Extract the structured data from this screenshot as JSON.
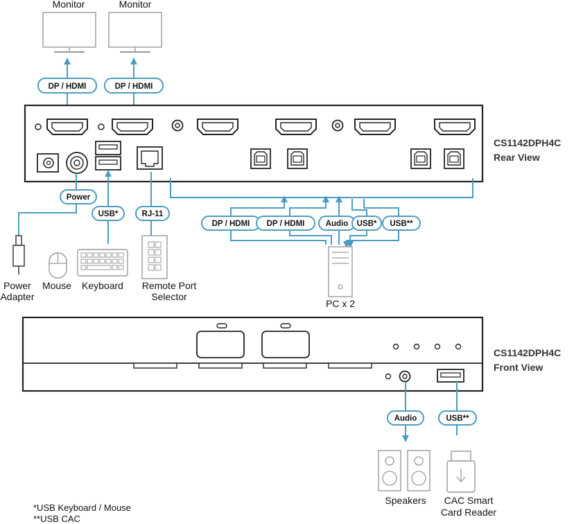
{
  "devices": {
    "monitor_1": "Monitor",
    "monitor_2": "Monitor",
    "power_adapter": [
      "Power",
      "Adapter"
    ],
    "mouse": "Mouse",
    "keyboard": "Keyboard",
    "remote_port_selector": [
      "Remote Port",
      "Selector"
    ],
    "pc": "PC x 2",
    "speakers": "Speakers",
    "cac_reader": [
      "CAC Smart",
      "Card Reader"
    ]
  },
  "unit": {
    "rear_title": [
      "CS1142DPH4C",
      "Rear View"
    ],
    "front_title": [
      "CS1142DPH4C",
      "Front View"
    ]
  },
  "connectors": {
    "dp_hdmi_1": "DP / HDMI",
    "dp_hdmi_2": "DP / HDMI",
    "power": "Power",
    "usb_kbd": "USB*",
    "rj11": "RJ-11",
    "pc_dp_hdmi_1": "DP / HDMI",
    "pc_dp_hdmi_2": "DP / HDMI",
    "pc_audio": "Audio",
    "pc_usb_kbd": "USB*",
    "pc_usb_cac": "USB**",
    "front_audio": "Audio",
    "front_usb_cac": "USB**"
  },
  "notes": {
    "usb_single": "*USB Keyboard / Mouse",
    "usb_double": "**USB CAC"
  },
  "colors": {
    "cable": "#4a9cc2",
    "outline": "#222222",
    "device_outline": "#444444"
  }
}
